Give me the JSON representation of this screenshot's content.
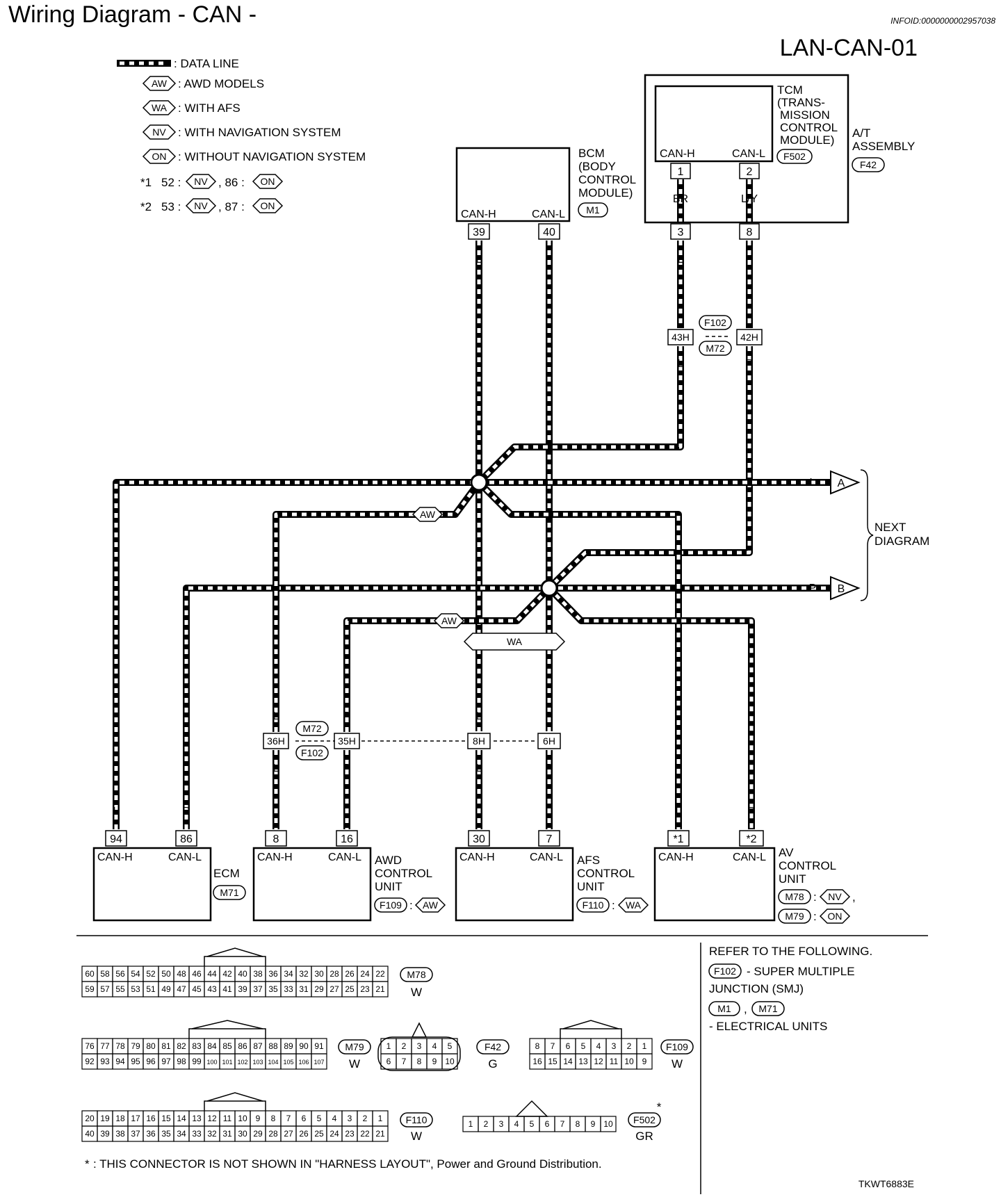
{
  "header": {
    "title": "Wiring Diagram - CAN -",
    "info_id": "INFOID:0000000002957038",
    "diagram_code": "LAN-CAN-01"
  },
  "legend": {
    "data_line": ": DATA LINE",
    "items": [
      {
        "badge": "AW",
        "text": ": AWD MODELS"
      },
      {
        "badge": "WA",
        "text": ": WITH AFS"
      },
      {
        "badge": "NV",
        "text": ": WITH NAVIGATION SYSTEM"
      },
      {
        "badge": "ON",
        "text": ": WITHOUT NAVIGATION SYSTEM"
      }
    ],
    "notes": [
      {
        "mark": "*1",
        "a": "52 :",
        "b": ", 86 :",
        "nv": "NV",
        "on": "ON"
      },
      {
        "mark": "*2",
        "a": "53 :",
        "b": ", 87 :",
        "nv": "NV",
        "on": "ON"
      }
    ]
  },
  "units": {
    "bcm": {
      "name_lines": [
        "BCM",
        "(BODY",
        "CONTROL",
        "MODULE)"
      ],
      "connector": "M1",
      "pins": [
        {
          "label": "CAN-H",
          "num": "39"
        },
        {
          "label": "CAN-L",
          "num": "40"
        }
      ]
    },
    "tcm": {
      "name_lines": [
        "TCM",
        "(TRANS-",
        "MISSION",
        "CONTROL",
        "MODULE)"
      ],
      "connector": "F502",
      "pins": [
        {
          "label": "CAN-H",
          "num": "1"
        },
        {
          "label": "CAN-L",
          "num": "2"
        }
      ],
      "wires": [
        "BR",
        "L/Y"
      ],
      "outer_pins": [
        "3",
        "8"
      ]
    },
    "at": {
      "name_lines": [
        "A/T",
        "ASSEMBLY"
      ],
      "connector": "F42"
    },
    "ecm": {
      "name": "ECM",
      "connector": "M71",
      "pins": [
        {
          "label": "CAN-H",
          "num": "94"
        },
        {
          "label": "CAN-L",
          "num": "86"
        }
      ]
    },
    "awd": {
      "name_lines": [
        "AWD",
        "CONTROL",
        "UNIT"
      ],
      "connector": "F109",
      "badge": "AW",
      "pins": [
        {
          "label": "CAN-H",
          "num": "8"
        },
        {
          "label": "CAN-L",
          "num": "16"
        }
      ]
    },
    "afs": {
      "name_lines": [
        "AFS",
        "CONTROL",
        "UNIT"
      ],
      "connector": "F110",
      "badge": "WA",
      "pins": [
        {
          "label": "CAN-H",
          "num": "30"
        },
        {
          "label": "CAN-L",
          "num": "7"
        }
      ]
    },
    "av": {
      "name_lines": [
        "AV",
        "CONTROL",
        "UNIT"
      ],
      "conn1": "M78",
      "badge1": "NV",
      "conn2": "M79",
      "badge2": "ON",
      "pins": [
        {
          "label": "CAN-H",
          "num": "*1"
        },
        {
          "label": "CAN-L",
          "num": "*2"
        }
      ]
    }
  },
  "joints": {
    "upper": {
      "pins": [
        "43H",
        "42H"
      ],
      "conns": [
        "F102",
        "M72"
      ]
    },
    "lower": {
      "pins": [
        "36H",
        "35H",
        "8H",
        "6H"
      ],
      "conns": [
        "M72",
        "F102"
      ]
    }
  },
  "wires": {
    "L": "L",
    "P": "P",
    "badge_aw": "AW",
    "badge_wa": "WA"
  },
  "next": {
    "a": "A",
    "b": "B",
    "lines": [
      "NEXT",
      "DIAGRAM"
    ]
  },
  "connector_faces": [
    {
      "id": "M78",
      "color": "W",
      "row1": [
        "60",
        "58",
        "56",
        "54",
        "52",
        "50",
        "48",
        "46",
        "44",
        "42",
        "40",
        "38",
        "36",
        "34",
        "32",
        "30",
        "28",
        "26",
        "24",
        "22"
      ],
      "row2": [
        "59",
        "57",
        "55",
        "53",
        "51",
        "49",
        "47",
        "45",
        "43",
        "41",
        "39",
        "37",
        "35",
        "33",
        "31",
        "29",
        "27",
        "25",
        "23",
        "21"
      ]
    },
    {
      "id": "M79",
      "color": "W",
      "row1": [
        "76",
        "77",
        "78",
        "79",
        "80",
        "81",
        "82",
        "83",
        "84",
        "85",
        "86",
        "87",
        "88",
        "89",
        "90",
        "91"
      ],
      "row2": [
        "92",
        "93",
        "94",
        "95",
        "96",
        "97",
        "98",
        "99",
        "100",
        "101",
        "102",
        "103",
        "104",
        "105",
        "106",
        "107"
      ]
    },
    {
      "id": "F42",
      "color": "G",
      "row1": [
        "1",
        "2",
        "3",
        "4",
        "5"
      ],
      "row2": [
        "6",
        "7",
        "8",
        "9",
        "10"
      ]
    },
    {
      "id": "F109",
      "color": "W",
      "row1": [
        "8",
        "7",
        "6",
        "5",
        "4",
        "3",
        "2",
        "1"
      ],
      "row2": [
        "16",
        "15",
        "14",
        "13",
        "12",
        "11",
        "10",
        "9"
      ]
    },
    {
      "id": "F110",
      "color": "W",
      "row1": [
        "20",
        "19",
        "18",
        "17",
        "16",
        "15",
        "14",
        "13",
        "12",
        "11",
        "10",
        "9",
        "8",
        "7",
        "6",
        "5",
        "4",
        "3",
        "2",
        "1"
      ],
      "row2": [
        "40",
        "39",
        "38",
        "37",
        "36",
        "35",
        "34",
        "33",
        "32",
        "31",
        "30",
        "29",
        "28",
        "27",
        "26",
        "25",
        "24",
        "23",
        "22",
        "21"
      ]
    },
    {
      "id": "F502",
      "color": "GR",
      "row1": [
        "1",
        "2",
        "3",
        "4",
        "5",
        "6",
        "7",
        "8",
        "9",
        "10"
      ],
      "row2": []
    }
  ],
  "refer": {
    "heading": "REFER TO THE FOLLOWING.",
    "smj_conn": "F102",
    "smj_text": [
      "- SUPER MULTIPLE",
      "JUNCTION (SMJ)"
    ],
    "eu_conns": [
      "M1",
      "M71"
    ],
    "eu_sep": ",",
    "eu_text": "- ELECTRICAL UNITS"
  },
  "footnote": {
    "star": "*",
    "text": ": THIS CONNECTOR IS NOT SHOWN IN \"HARNESS LAYOUT\", Power and Ground Distribution."
  },
  "figure_id": "TKWT6883E"
}
